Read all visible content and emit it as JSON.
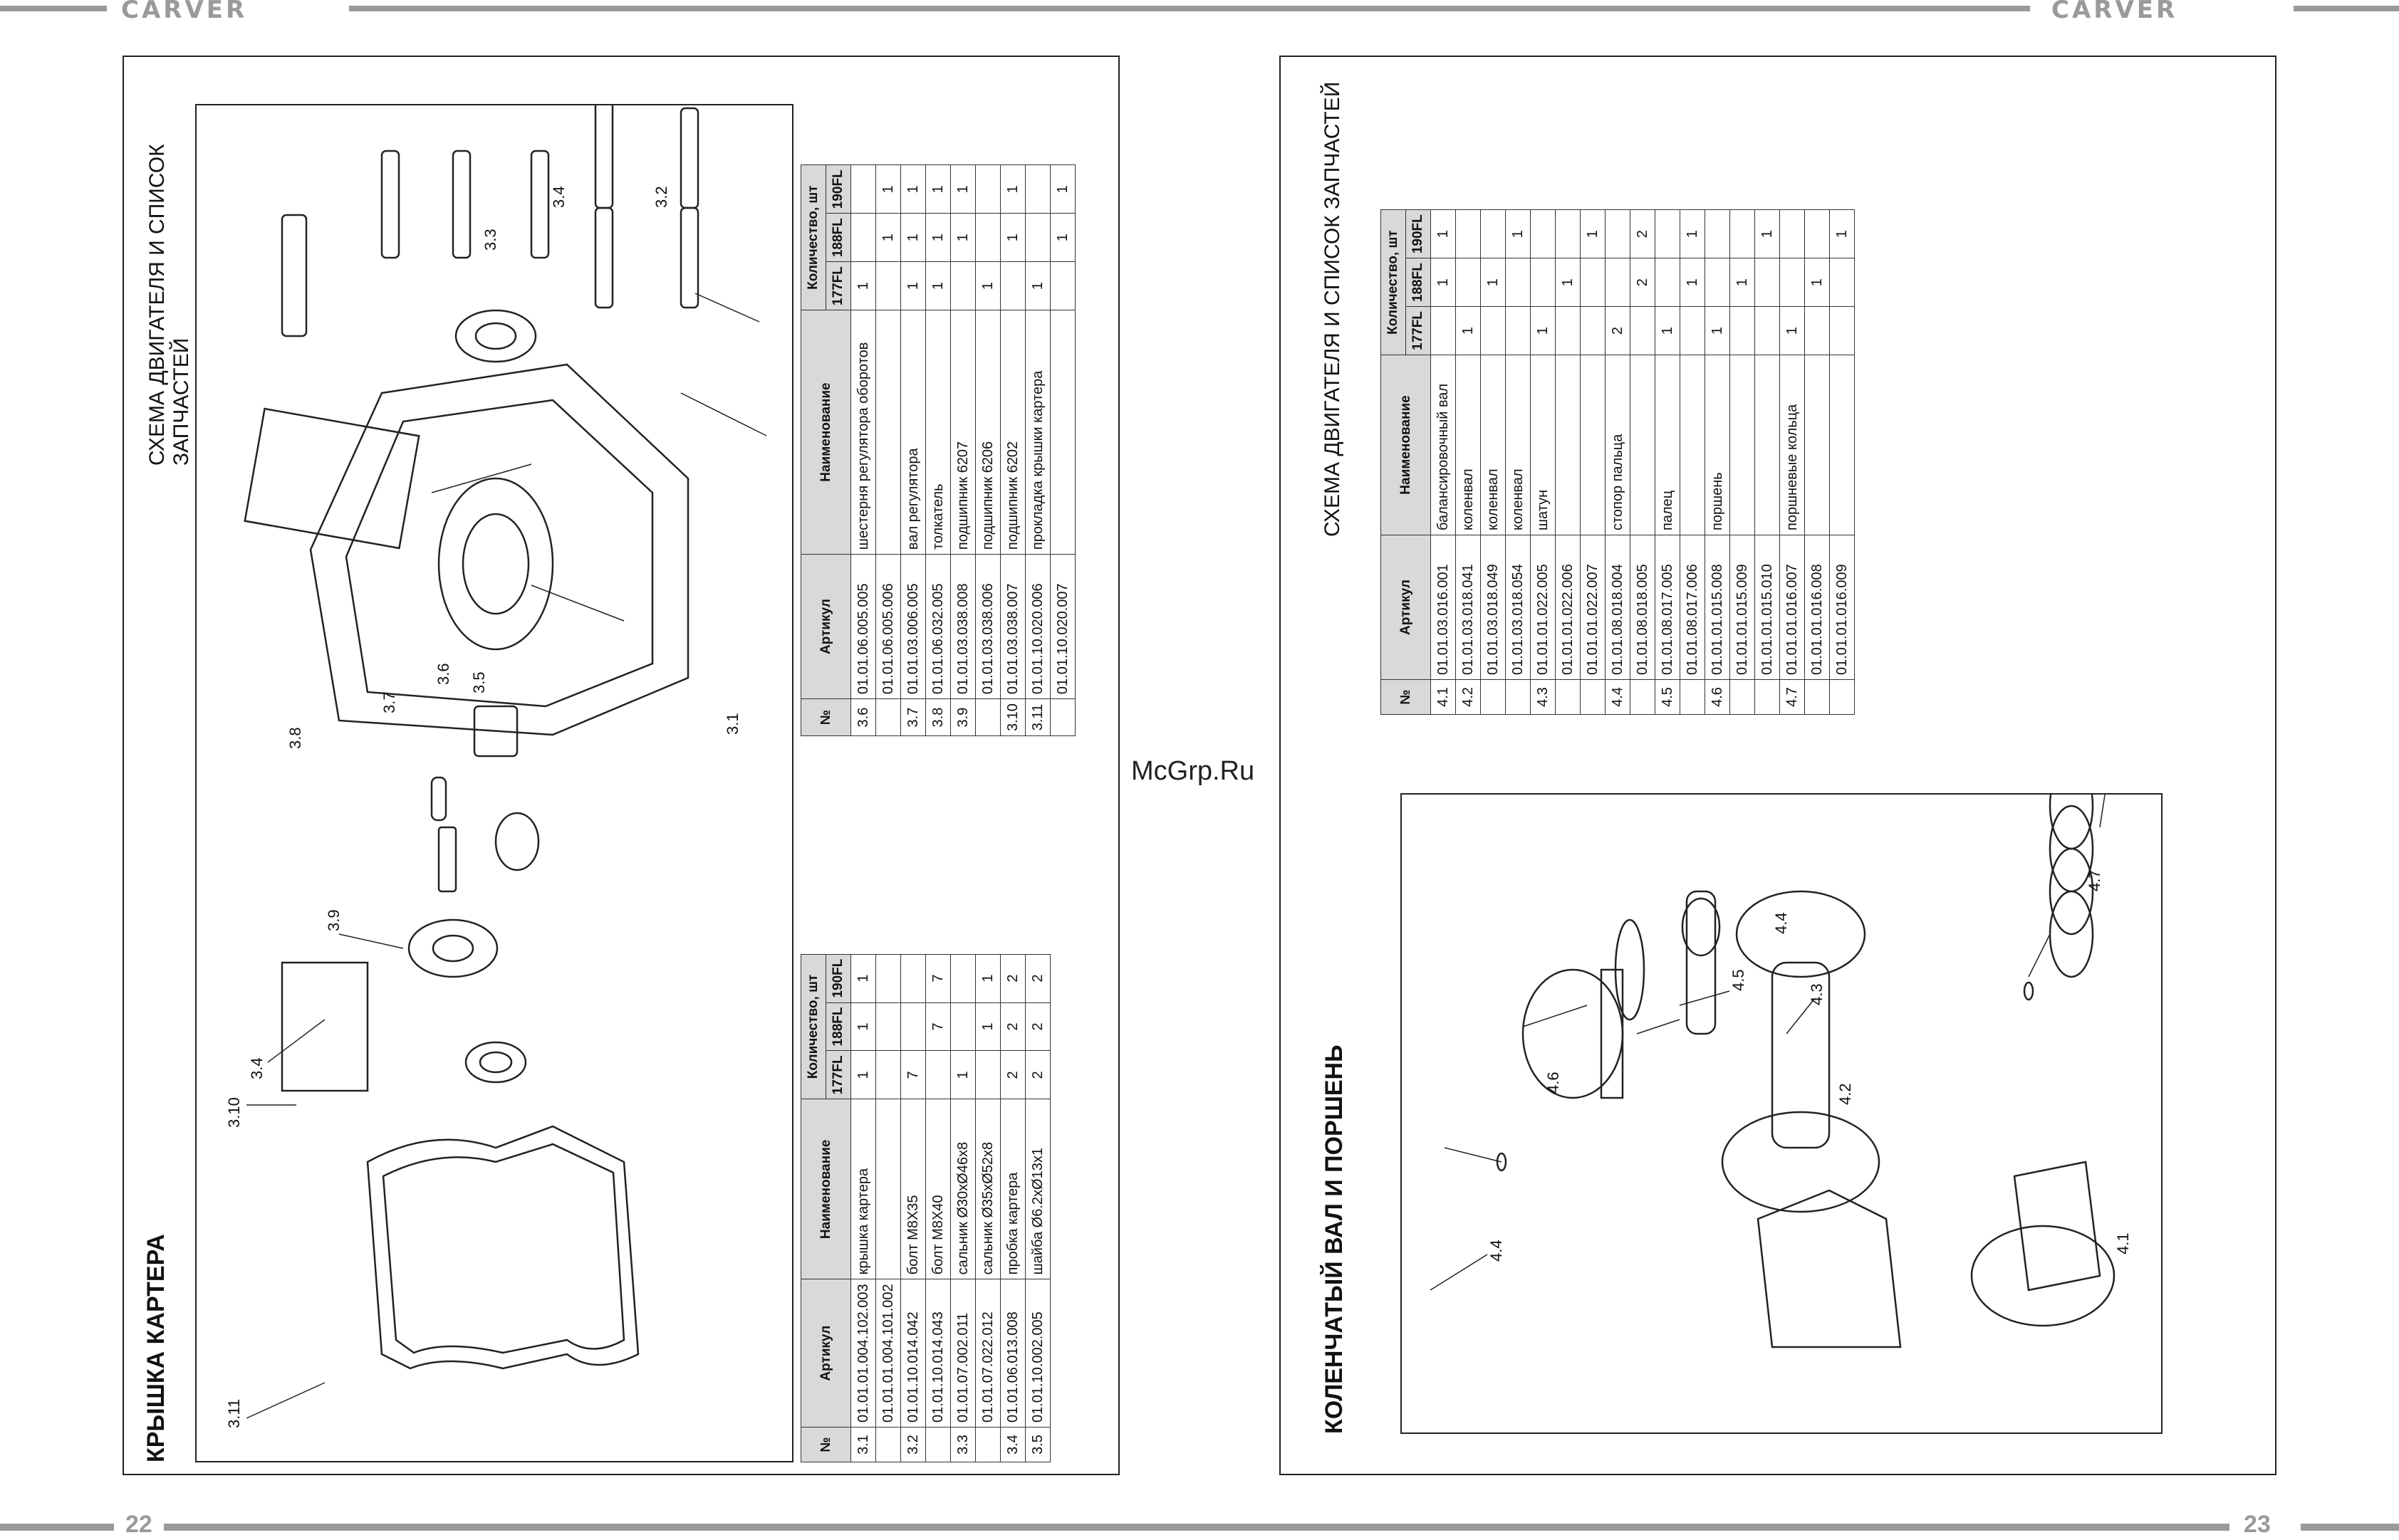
{
  "header": {
    "brand_left": "CARVER",
    "brand_right": "CARVER"
  },
  "footer": {
    "page_left": "22",
    "page_right": "23"
  },
  "watermark": "McGrp.Ru",
  "left_page": {
    "title": "КРЫШКА КАРТЕРА",
    "subtitle": "СХЕМА ДВИГАТЕЛЯ И СПИСОК ЗАПЧАСТЕЙ",
    "columns": {
      "num": "№",
      "article": "Артикул",
      "name": "Наименование",
      "qty": "Количество, шт",
      "m1": "177FL",
      "m2": "188FL",
      "m3": "190FL"
    },
    "table1": [
      [
        "3.1",
        "01.01.01.004.102.003",
        "крышка картера",
        "1",
        "1",
        "1"
      ],
      [
        "",
        "01.01.01.004.101.002",
        "",
        "",
        "",
        ""
      ],
      [
        "3.2",
        "01.01.10.014.042",
        "болт M8X35",
        "7",
        "",
        ""
      ],
      [
        "",
        "01.01.10.014.043",
        "болт M8X40",
        "",
        "7",
        "7"
      ],
      [
        "3.3",
        "01.01.07.002.011",
        "сальник Ø30xØ46x8",
        "1",
        "",
        ""
      ],
      [
        "",
        "01.01.07.022.012",
        "сальник Ø35xØ52x8",
        "",
        "1",
        "1"
      ],
      [
        "3.4",
        "01.01.06.013.008",
        "пробка картера",
        "2",
        "2",
        "2"
      ],
      [
        "3.5",
        "01.01.10.002.005",
        "шайба Ø6.2xØ13x1",
        "2",
        "2",
        "2"
      ]
    ],
    "table2": [
      [
        "3.6",
        "01.01.06.005.005",
        "шестерня регулятора оборотов",
        "1",
        "",
        ""
      ],
      [
        "",
        "01.01.06.005.006",
        "",
        "",
        "1",
        "1"
      ],
      [
        "3.7",
        "01.01.03.006.005",
        "вал регулятора",
        "1",
        "1",
        "1"
      ],
      [
        "3.8",
        "01.01.06.032.005",
        "толкатель",
        "1",
        "1",
        "1"
      ],
      [
        "3.9",
        "01.01.03.038.008",
        "подшипник 6207",
        "",
        "1",
        "1"
      ],
      [
        "",
        "01.01.03.038.006",
        "подшипник 6206",
        "1",
        "",
        ""
      ],
      [
        "3.10",
        "01.01.03.038.007",
        "подшипник 6202",
        "",
        "1",
        "1"
      ],
      [
        "3.11",
        "01.01.10.020.006",
        "прокладка крышки картера",
        "1",
        "",
        ""
      ],
      [
        "",
        "01.01.10.020.007",
        "",
        "",
        "1",
        "1"
      ]
    ],
    "diagram_labels": [
      "3.1",
      "3.2",
      "3.3",
      "3.4",
      "3.5",
      "3.6",
      "3.7",
      "3.8",
      "3.9",
      "3.10",
      "3.11",
      "3.4"
    ]
  },
  "right_page": {
    "title": "КОЛЕНЧАТЫЙ ВАЛ И ПОРШЕНЬ",
    "subtitle": "СХЕМА ДВИГАТЕЛЯ И СПИСОК ЗАПЧАСТЕЙ",
    "columns": {
      "num": "№",
      "article": "Артикул",
      "name": "Наименование",
      "qty": "Количество, шт",
      "m1": "177FL",
      "m2": "188FL",
      "m3": "190FL"
    },
    "table": [
      [
        "4.1",
        "01.01.03.016.001",
        "балансировочный вал",
        "",
        "1",
        "1"
      ],
      [
        "4.2",
        "01.01.03.018.041",
        "коленвал",
        "1",
        "",
        ""
      ],
      [
        "",
        "01.01.03.018.049",
        "коленвал",
        "",
        "1",
        ""
      ],
      [
        "",
        "01.01.03.018.054",
        "коленвал",
        "",
        "",
        "1"
      ],
      [
        "4.3",
        "01.01.01.022.005",
        "шатун",
        "1",
        "",
        ""
      ],
      [
        "",
        "01.01.01.022.006",
        "",
        "",
        "1",
        ""
      ],
      [
        "",
        "01.01.01.022.007",
        "",
        "",
        "",
        "1"
      ],
      [
        "4.4",
        "01.01.08.018.004",
        "стопор пальца",
        "2",
        "",
        ""
      ],
      [
        "",
        "01.01.08.018.005",
        "",
        "",
        "2",
        "2"
      ],
      [
        "4.5",
        "01.01.08.017.005",
        "палец",
        "1",
        "",
        ""
      ],
      [
        "",
        "01.01.08.017.006",
        "",
        "",
        "1",
        "1"
      ],
      [
        "4.6",
        "01.01.01.015.008",
        "поршень",
        "1",
        "",
        ""
      ],
      [
        "",
        "01.01.01.015.009",
        "",
        "",
        "1",
        ""
      ],
      [
        "",
        "01.01.01.015.010",
        "",
        "",
        "",
        "1"
      ],
      [
        "4.7",
        "01.01.01.016.007",
        "поршневые кольца",
        "1",
        "",
        ""
      ],
      [
        "",
        "01.01.01.016.008",
        "",
        "",
        "1",
        ""
      ],
      [
        "",
        "01.01.01.016.009",
        "",
        "",
        "",
        "1"
      ]
    ],
    "diagram_labels": [
      "4.1",
      "4.2",
      "4.3",
      "4.4",
      "4.4",
      "4.5",
      "4.6",
      "4.7"
    ]
  },
  "colors": {
    "bars": "#9a9a9a",
    "lines": "#222222",
    "header_fill": "#d9d9d9"
  }
}
